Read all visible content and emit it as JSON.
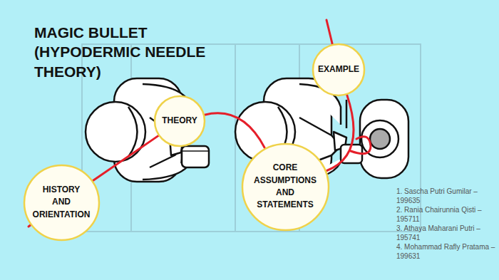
{
  "diagram": {
    "title": "MAGIC BULLET (HYPODERMIC NEEDLE THEORY)",
    "nodes": [
      {
        "text": [
          "HISTORY AND ORIENTATION"
        ]
      },
      {
        "text": [
          "THEORY"
        ]
      },
      {
        "text": [
          "CORE ASSUMPTIONS AND STATEMENTS"
        ]
      },
      {
        "text": [
          "EXAMPLE"
        ]
      }
    ],
    "edges": [
      {
        "from": 0,
        "to": 1,
        "arrow": "none"
      },
      {
        "from": 1,
        "to": 2,
        "arrow": "none"
      },
      {
        "from": 2,
        "to": 3,
        "arrow": "none"
      }
    ],
    "labels": [
      "1. Sascha Putri Gumilar – 199635",
      "2. Rania Chairunnia Qisti – 195711",
      "3. Athaya Maharani Putri – 195741",
      "4. Mohammad Rafly Pratama – 199631"
    ]
  }
}
